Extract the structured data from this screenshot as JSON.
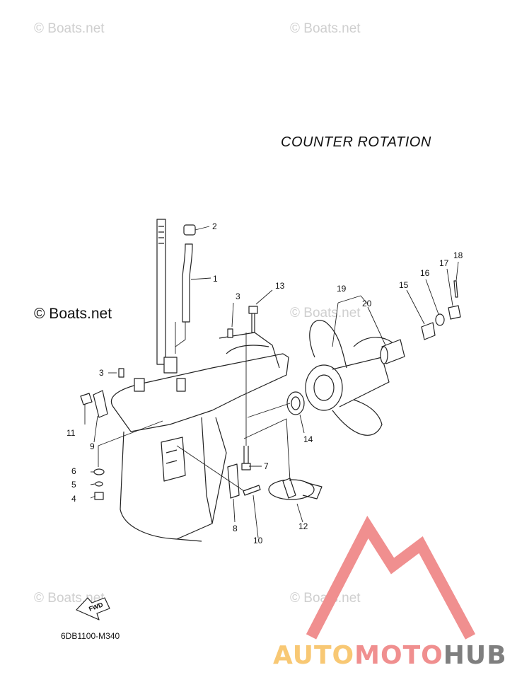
{
  "watermarks": {
    "top_left": "© Boats.net",
    "top_right": "© Boats.net",
    "mid_left": "© Boats.net",
    "mid_right": "© Boats.net",
    "bottom_left": "© Boats.net",
    "bottom_right": "© Boats.net"
  },
  "title": "COUNTER  ROTATION",
  "diagram_code": "6DB1100-M340",
  "fwd_label": "FWD",
  "callouts": [
    "1",
    "2",
    "3",
    "3",
    "4",
    "5",
    "6",
    "7",
    "8",
    "9",
    "10",
    "11",
    "12",
    "13",
    "14",
    "15",
    "16",
    "17",
    "18",
    "19",
    "20"
  ],
  "logo": {
    "part1": "AUTO",
    "part2": "MOTO",
    "part3": "HUB"
  },
  "colors": {
    "logo_red": "#f08f8f",
    "logo_yellow": "#f8c874",
    "logo_gray": "#7f7f7f",
    "line": "#222222"
  }
}
